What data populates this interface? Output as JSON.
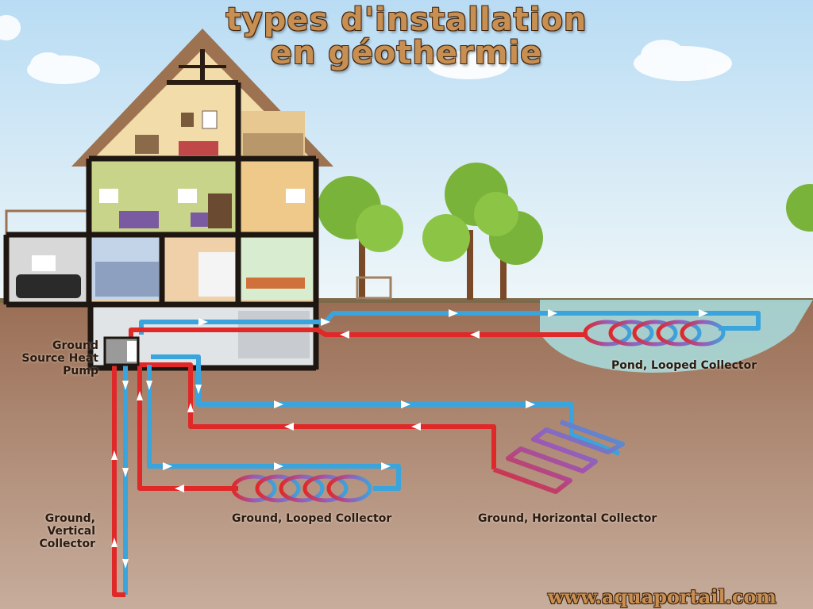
{
  "title": {
    "line1": "types d'installation",
    "line2": "en géothermie"
  },
  "labels": {
    "heat_pump": "Ground Source Heat Pump",
    "pond": "Pond, Looped Collector",
    "ground_looped": "Ground, Looped Collector",
    "ground_horizontal": "Ground, Horizontal Collector",
    "ground_vertical": "Ground, Vertical Collector"
  },
  "watermark": "www.aquaportail.com",
  "colors": {
    "sky": "#cfe6f6",
    "ground": "#a07760",
    "pipe_warm": "#e02828",
    "pipe_cold": "#3aa4dc",
    "pond": "#a7d8d8",
    "title": "#c88f52"
  }
}
